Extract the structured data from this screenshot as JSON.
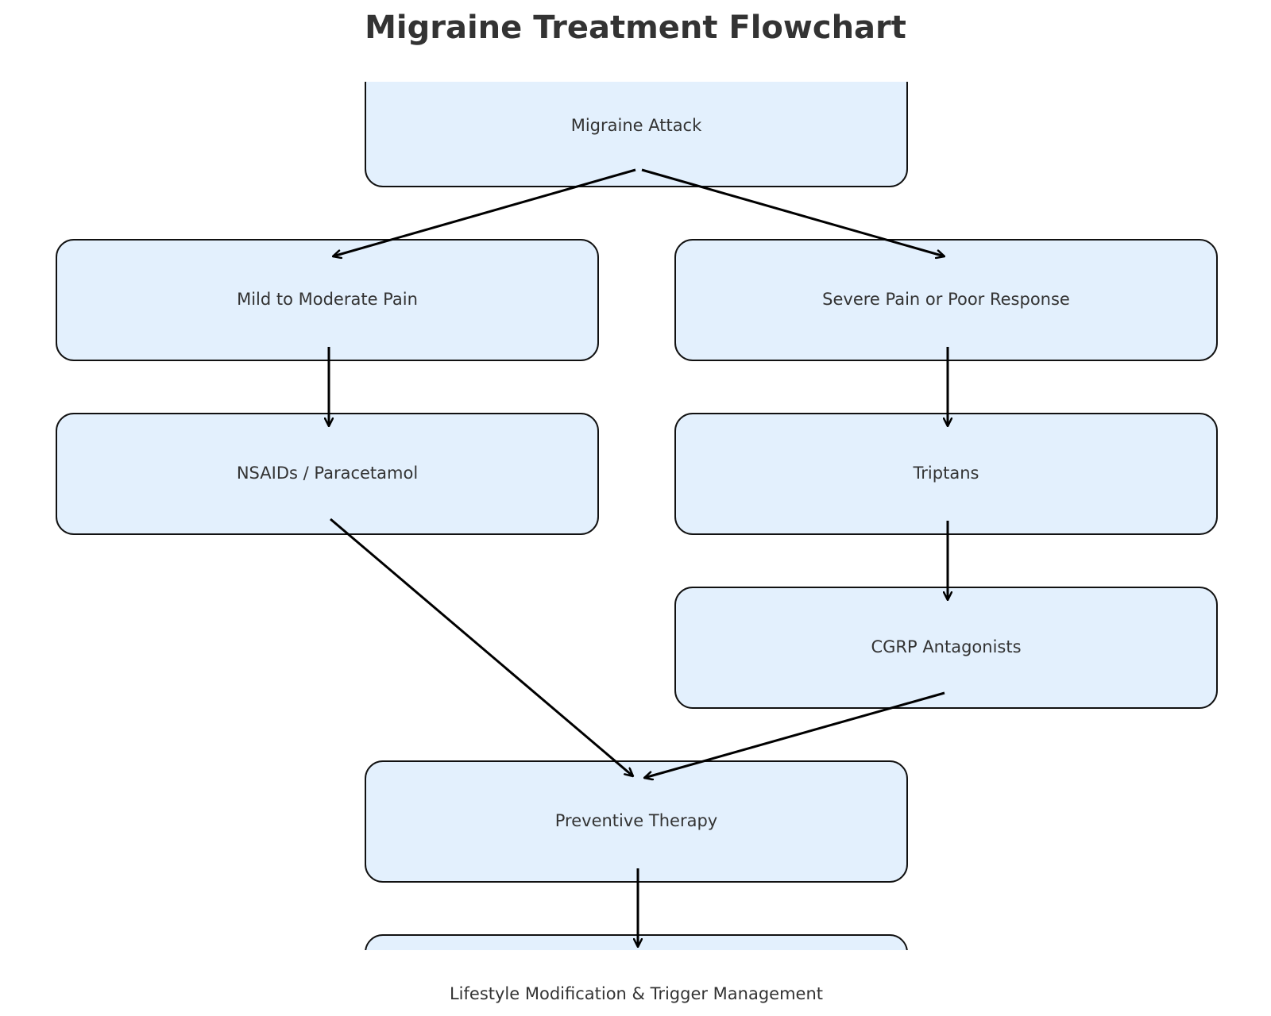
{
  "title": "Migraine Treatment Flowchart",
  "colors": {
    "node_fill": "#e3f0fd",
    "node_stroke": "#111111",
    "edge": "#000000",
    "text": "#333333"
  },
  "nodes": [
    {
      "id": "attack",
      "label": "Migraine Attack"
    },
    {
      "id": "mild",
      "label": "Mild to Moderate Pain"
    },
    {
      "id": "severe",
      "label": "Severe Pain or Poor Response"
    },
    {
      "id": "nsaids",
      "label": "NSAIDs / Paracetamol"
    },
    {
      "id": "triptans",
      "label": "Triptans"
    },
    {
      "id": "cgrp",
      "label": "CGRP Antagonists"
    },
    {
      "id": "preventive",
      "label": "Preventive Therapy"
    },
    {
      "id": "lifestyle",
      "label": "Lifestyle Modification & Trigger Management"
    }
  ],
  "edges": [
    {
      "from": "attack",
      "to": "mild"
    },
    {
      "from": "attack",
      "to": "severe"
    },
    {
      "from": "mild",
      "to": "nsaids"
    },
    {
      "from": "severe",
      "to": "triptans"
    },
    {
      "from": "triptans",
      "to": "cgrp"
    },
    {
      "from": "nsaids",
      "to": "preventive"
    },
    {
      "from": "cgrp",
      "to": "preventive"
    },
    {
      "from": "preventive",
      "to": "lifestyle"
    }
  ]
}
